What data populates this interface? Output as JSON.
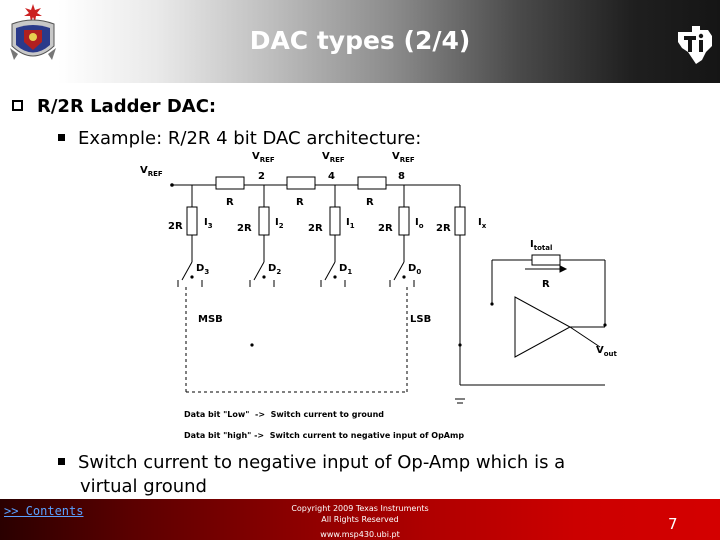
{
  "header": {
    "title": "DAC types (2/4)",
    "university": "UBI"
  },
  "body": {
    "bullet_main": "R/2R Ladder DAC:",
    "bullet_example": "Example: R/2R 4 bit DAC architecture:",
    "bullet_switch_line1": "Switch current to negative input of Op-Amp which is a",
    "bullet_switch_line2": "virtual ground"
  },
  "circuit": {
    "vref_main": "V",
    "vref_main_sub": "REF",
    "vref_top": [
      {
        "v": "V",
        "sub": "REF",
        "den": "2"
      },
      {
        "v": "V",
        "sub": "REF",
        "den": "4"
      },
      {
        "v": "V",
        "sub": "REF",
        "den": "8"
      }
    ],
    "series_r": [
      "R",
      "R",
      "R"
    ],
    "shunt_r": [
      "2R",
      "2R",
      "2R",
      "2R",
      "2R"
    ],
    "currents": [
      {
        "i": "I",
        "sub": "3"
      },
      {
        "i": "I",
        "sub": "2"
      },
      {
        "i": "I",
        "sub": "1"
      },
      {
        "i": "I",
        "sub": "o"
      },
      {
        "i": "I",
        "sub": "x"
      }
    ],
    "switches": [
      {
        "d": "D",
        "sub": "3"
      },
      {
        "d": "D",
        "sub": "2"
      },
      {
        "d": "D",
        "sub": "1"
      },
      {
        "d": "D",
        "sub": "0"
      }
    ],
    "msb": "MSB",
    "lsb": "LSB",
    "itotal": "I",
    "itotal_sub": "total",
    "feedback_r": "R",
    "vout": "V",
    "vout_sub": "out",
    "legend_low": "Data bit \"Low\"  ->  Switch current to ground",
    "legend_high": "Data bit \"high\" ->  Switch current to negative input of OpAmp"
  },
  "footer": {
    "contents_link": ">> Contents",
    "copyright_line1": "Copyright  2009 Texas Instruments",
    "copyright_line2": "All Rights Reserved",
    "website": "www.msp430.ubi.pt",
    "page_number": "7"
  },
  "colors": {
    "footer_red": "#cc0000",
    "link_blue": "#5aa0ff",
    "header_dark": "#151515"
  },
  "icons": [
    "crest-icon",
    "ti-logo-icon",
    "checkbox-bullet-icon",
    "square-bullet-icon"
  ]
}
